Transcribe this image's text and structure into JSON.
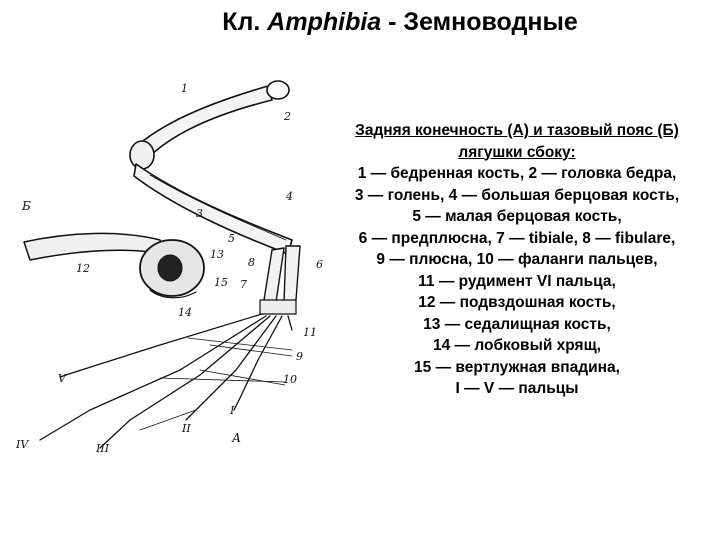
{
  "title": {
    "prefix": "Кл. ",
    "latin": "Amphibia",
    "suffix": " - Земноводные"
  },
  "caption": {
    "heading_line1": "Задняя конечность (А) и тазовый пояс (Б)",
    "heading_line2": "лягушки сбоку:",
    "lines": [
      "1 — бедренная кость, 2 — головка бедра,",
      "3 — голень, 4 — большая берцовая кость,",
      "5 — малая берцовая кость,",
      "6 — предплюсна, 7 — tibiale, 8 — fibulare,",
      "9 — плюсна,  10 — фаланги пальцев,",
      "11 — рудимент VI пальца,",
      "12 — подвздошная кость,",
      "13 — седалищная кость,",
      "14 — лобковый хрящ,",
      "15 — вертлужная    впадина,",
      "I — V — пальцы"
    ]
  },
  "figure_labels": {
    "n1": "1",
    "n2": "2",
    "n3": "3",
    "n4": "4",
    "n5": "5",
    "n6": "6",
    "n7": "7",
    "n8": "8",
    "n9": "9",
    "n10": "10",
    "n11": "11",
    "n12": "12",
    "n13": "13",
    "n14": "14",
    "n15": "15",
    "b": "Б",
    "a": "А",
    "d1": "I",
    "d2": "II",
    "d3": "III",
    "d4": "IV",
    "d5": "V"
  }
}
